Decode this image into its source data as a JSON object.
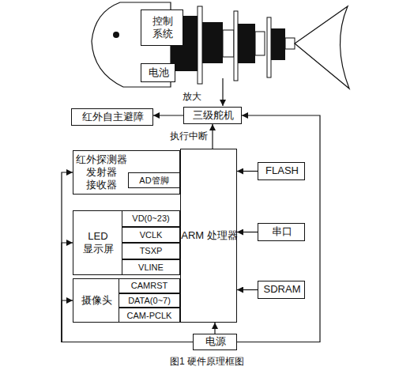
{
  "diagram": {
    "caption": "图1 硬件原理框图",
    "nodes": [
      {
        "text": [
          "控制系统"
        ]
      },
      {
        "text": [
          "电池"
        ]
      },
      {
        "text": [
          "红外自主避障"
        ]
      },
      {
        "text": [
          "三级舵机"
        ]
      },
      {
        "text": [
          "红外探测器 发射器 接收器"
        ]
      },
      {
        "text": [
          "LED 显示屏"
        ]
      },
      {
        "text": [
          "摄像头"
        ]
      },
      {
        "text": [
          "ARM 处理器"
        ]
      },
      {
        "text": [
          "FLASH"
        ]
      },
      {
        "text": [
          "串口"
        ]
      },
      {
        "text": [
          "SDRAM"
        ]
      },
      {
        "text": [
          "电源"
        ]
      }
    ],
    "edges": [
      {
        "from": 3,
        "to": 2,
        "arrow": "to"
      },
      {
        "from": 7,
        "to": 3,
        "label": "执行中断",
        "arrow": "to"
      },
      {
        "from": 8,
        "to": 7,
        "arrow": "to"
      },
      {
        "from": 9,
        "to": 7,
        "arrow": "to"
      },
      {
        "from": 10,
        "to": 7,
        "arrow": "to"
      },
      {
        "from": 11,
        "to": 7,
        "arrow": "to"
      },
      {
        "from": 11,
        "to": 4,
        "arrow": "to"
      },
      {
        "from": 11,
        "to": 5,
        "arrow": "to"
      },
      {
        "from": 11,
        "to": 6,
        "arrow": "to"
      },
      {
        "from": 11,
        "to": 3,
        "arrow": "to"
      }
    ],
    "labels": [
      "放大",
      "AD管脚",
      "VD(0~23)",
      "VCLK",
      "TSXP",
      "VLINE",
      "CAMRST",
      "DATA(0~7)",
      "CAM-PCLK"
    ]
  }
}
